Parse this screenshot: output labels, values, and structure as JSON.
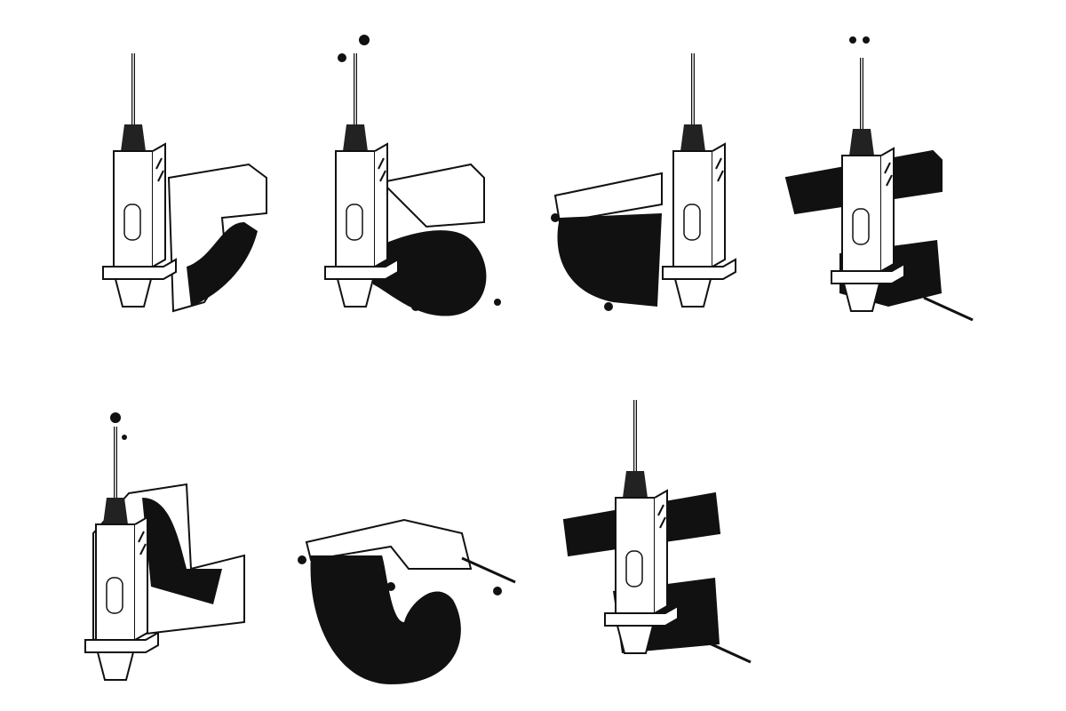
{
  "colors": {
    "background": "#ffffff",
    "ink": "#111111",
    "paper": "#fdfdfd"
  },
  "illustrations": [
    {
      "name": "syringe-letter-1",
      "ink": "low"
    },
    {
      "name": "syringe-letter-2",
      "ink": "spill"
    },
    {
      "name": "syringe-letter-3",
      "ink": "full"
    },
    {
      "name": "syringe-letter-4",
      "ink": "full"
    },
    {
      "name": "syringe-letter-5",
      "ink": "full"
    },
    {
      "name": "syringe-letter-6",
      "ink": "full"
    },
    {
      "name": "syringe-letter-7",
      "ink": "full"
    }
  ]
}
